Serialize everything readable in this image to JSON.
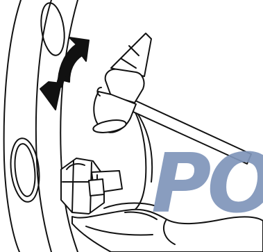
{
  "figure": {
    "watermark_text": "PO",
    "colors": {
      "background": "#ffffff",
      "line": "#111111",
      "fill": "#ffffff",
      "watermark": "#7f95ba"
    },
    "icons": [
      "wheel-rim",
      "lug-nut",
      "hammer",
      "rotation-arrow",
      "hand"
    ]
  }
}
